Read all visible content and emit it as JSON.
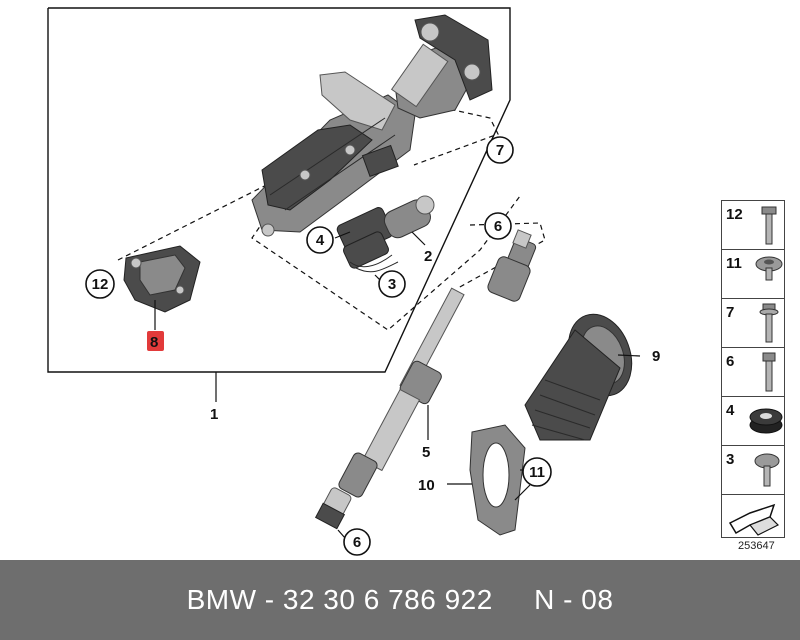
{
  "callouts": {
    "c1": "1",
    "c2": "2",
    "c3": "3",
    "c4": "4",
    "c5": "5",
    "c6_upper": "6",
    "c6_lower": "6",
    "c7": "7",
    "c8": "8",
    "c9": "9",
    "c10": "10",
    "c11": "11",
    "c12": "12"
  },
  "legend": {
    "items": [
      {
        "number": "12",
        "icon": "bolt-icon"
      },
      {
        "number": "11",
        "icon": "torx-screw-icon"
      },
      {
        "number": "7",
        "icon": "collar-bolt-icon"
      },
      {
        "number": "6",
        "icon": "bolt-icon"
      },
      {
        "number": "4",
        "icon": "rubber-grommet-icon"
      },
      {
        "number": "3",
        "icon": "pan-head-screw-icon"
      }
    ],
    "last_cell_icon": "arrow-icon"
  },
  "diagram_number": "253647",
  "footer": {
    "text": "BMW - 32 30 6 786 922     N - 08"
  },
  "colors": {
    "footer_bg": "#6e6e6e",
    "footer_text": "#ffffff",
    "highlight_callout": "#e23a3a"
  }
}
